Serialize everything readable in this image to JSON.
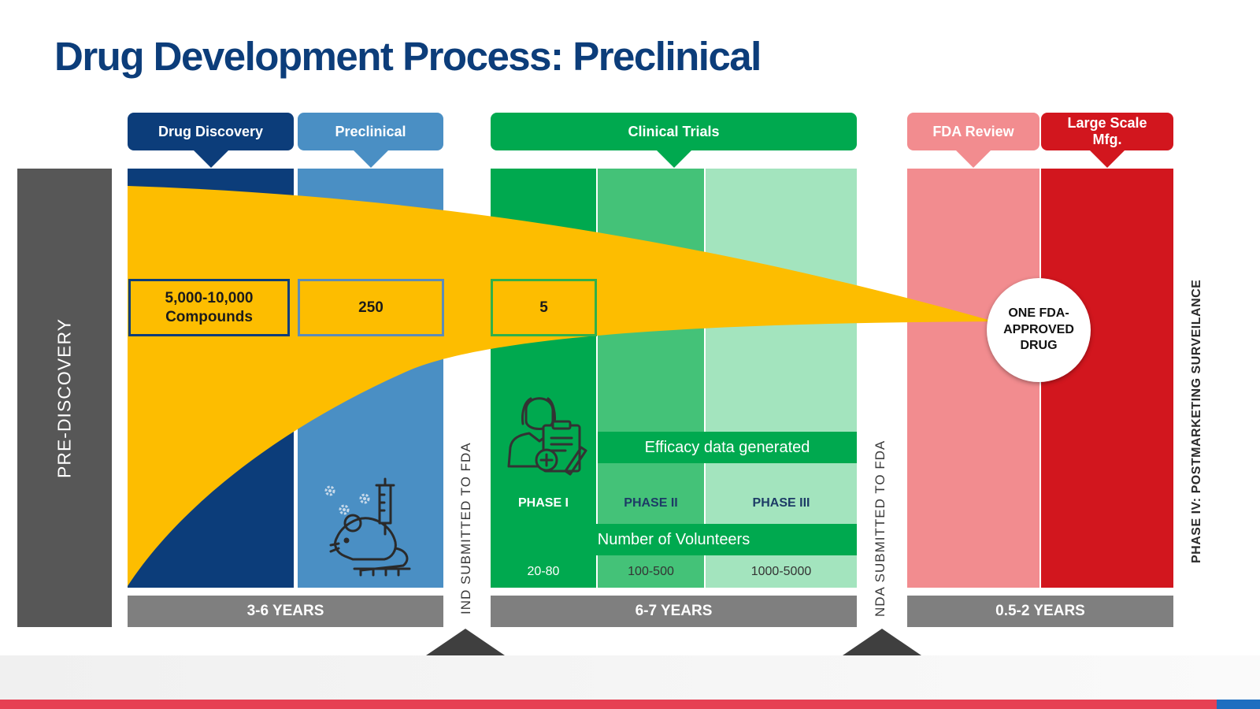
{
  "title": "Drug Development Process: Preclinical",
  "side_labels": {
    "pre_discovery": "PRE-DISCOVERY",
    "ind_submitted": "IND SUBMITTED TO FDA",
    "nda_submitted": "NDA SUBMITTED TO FDA",
    "phase_iv": "PHASE IV: POSTMARKETING SURVEILANCE"
  },
  "stages": [
    {
      "label": "Drug Discovery",
      "color": "#0c3d7a"
    },
    {
      "label": "Preclinical",
      "color": "#4a8fc4"
    },
    {
      "label": "Clinical Trials",
      "color": "#00a94f"
    },
    {
      "label": "FDA Review",
      "color": "#f28c8f"
    },
    {
      "label": "Large Scale Mfg.",
      "color": "#d2161e"
    }
  ],
  "compound_counts": [
    "5,000-10,000 Compounds",
    "250",
    "5"
  ],
  "outcome": "ONE FDA-APPROVED DRUG",
  "clinical": {
    "efficacy_note": "Efficacy data generated",
    "volunteers_label": "Number of Volunteers",
    "phases": [
      {
        "name": "PHASE I",
        "volunteers": "20-80",
        "color": "#00a94f"
      },
      {
        "name": "PHASE II",
        "volunteers": "100-500",
        "color": "#44c278"
      },
      {
        "name": "PHASE III",
        "volunteers": "1000-5000",
        "color": "#a3e4be"
      }
    ]
  },
  "durations": [
    "3-6 YEARS",
    "6-7 YEARS",
    "0.5-2 YEARS"
  ],
  "icons": [
    "doctor-clipboard-icon",
    "lab-mouse-syringe-icon",
    "gear-icon"
  ],
  "colors": {
    "funnel": "#fdbd00",
    "band": "#7f7f7f",
    "pre_discovery": "#575757"
  }
}
